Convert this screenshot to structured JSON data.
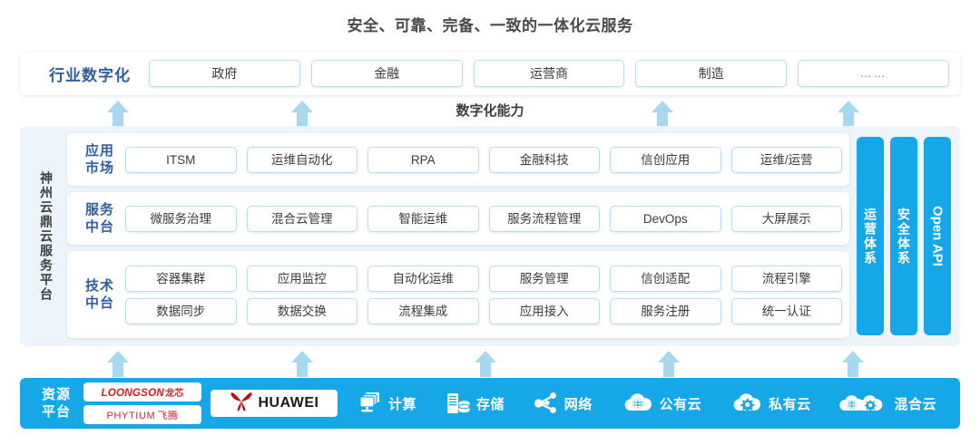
{
  "title": "安全、可靠、完备、一致的一体化云服务",
  "industry": {
    "label": "行业数字化",
    "items": [
      {
        "label": "政府"
      },
      {
        "label": "金融"
      },
      {
        "label": "运营商"
      },
      {
        "label": "制造"
      },
      {
        "label": "……"
      }
    ]
  },
  "capability_caption": "数字化能力",
  "platform": {
    "vertical_label": "神州云鼎云服务平台",
    "rows": [
      {
        "label": "应用\n市场",
        "label_l1": "应用",
        "label_l2": "市场",
        "lines": [
          [
            "ITSM",
            "运维自动化",
            "RPA",
            "金融科技",
            "信创应用",
            "运维/运营"
          ]
        ]
      },
      {
        "label_l1": "服务",
        "label_l2": "中台",
        "lines": [
          [
            "微服务治理",
            "混合云管理",
            "智能运维",
            "服务流程管理",
            "DevOps",
            "大屏展示"
          ]
        ]
      },
      {
        "label_l1": "技术",
        "label_l2": "中台",
        "lines": [
          [
            "容器集群",
            "应用监控",
            "自动化运维",
            "服务管理",
            "信创适配",
            "流程引擎"
          ],
          [
            "数据同步",
            "数据交换",
            "流程集成",
            "应用接入",
            "服务注册",
            "统一认证"
          ]
        ]
      }
    ],
    "pillars": [
      {
        "label": "运营体系",
        "latin": false
      },
      {
        "label": "安全体系",
        "latin": false
      },
      {
        "label": "Open API",
        "latin": true
      }
    ]
  },
  "resource": {
    "label_l1": "资源",
    "label_l2": "平台",
    "logos": [
      {
        "name": "loongson",
        "latin": "LOONGSON",
        "cn": "龙芯"
      },
      {
        "name": "phytium",
        "latin": "PHYTIUM",
        "cn": "飞腾"
      }
    ],
    "huawei": {
      "text": "HUAWEI"
    },
    "items": [
      {
        "label": "计算",
        "icon": "compute-icon"
      },
      {
        "label": "存储",
        "icon": "storage-icon"
      },
      {
        "label": "网络",
        "icon": "network-icon"
      },
      {
        "label": "公有云",
        "icon": "public-cloud-icon"
      },
      {
        "label": "私有云",
        "icon": "private-cloud-icon"
      },
      {
        "label": "混合云",
        "icon": "hybrid-cloud-icon"
      }
    ]
  },
  "colors": {
    "accent_blue": "#16a7e8",
    "arrow_blue": "#a8d8f0",
    "label_blue": "#2e5fa3",
    "panel_bg": "#eef5fa",
    "chip_border": "#bcdcf2",
    "loongson_red": "#e8161b",
    "huawei_red": "#c7000b"
  },
  "arrows": {
    "upper": [
      130,
      333,
      730,
      935
    ],
    "lower": [
      130,
      333,
      535,
      737,
      940
    ]
  }
}
